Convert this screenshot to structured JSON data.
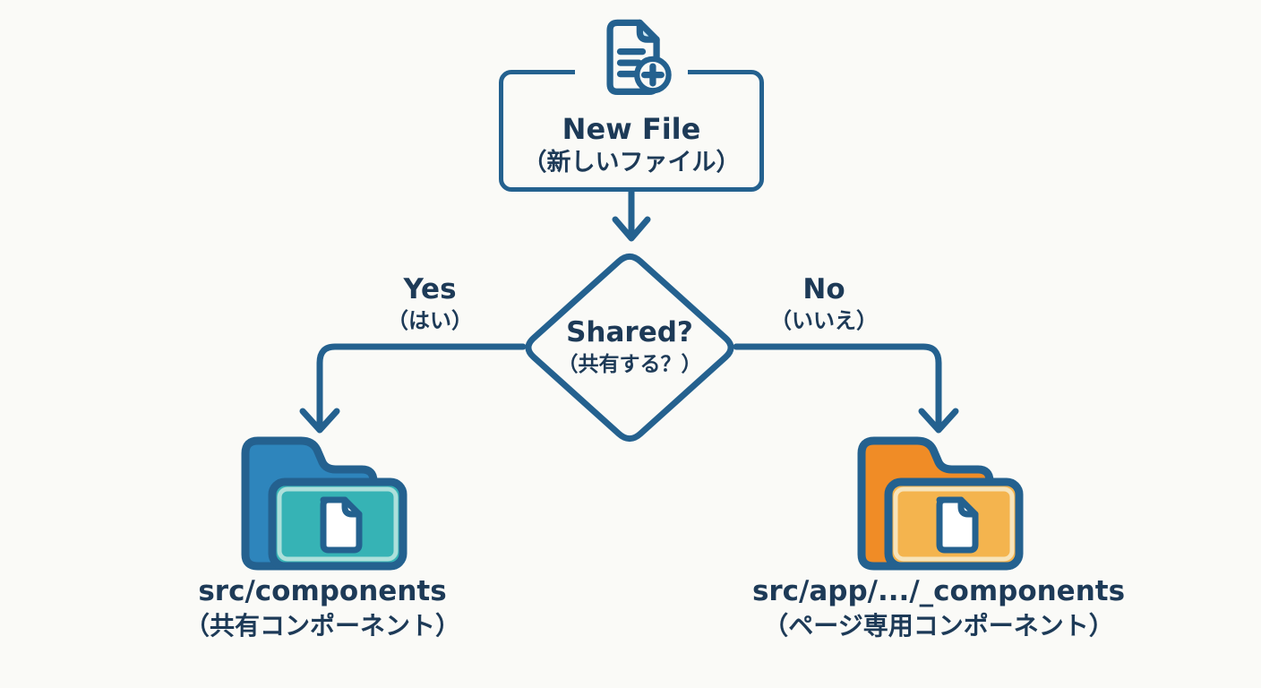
{
  "colors": {
    "background": "#fafaf7",
    "line": "#24618f",
    "text": "#1d3a57",
    "folder_shared_back": "#2e85bc",
    "folder_shared_front": "#36b3b5",
    "folder_shared_inner": "#c2e8e2",
    "folder_page_back": "#f08c26",
    "folder_page_front": "#f4b44e",
    "folder_page_inner": "#f7e9c8",
    "doc_fill": "#ffffff",
    "fold_fill": "#cfe9f5"
  },
  "icons": {
    "start": "file-plus-icon",
    "result_yes": "teal-folder-document-icon",
    "result_no": "orange-folder-document-icon"
  },
  "flowchart": {
    "start": {
      "title": "New File",
      "subtitle": "（新しいファイル）"
    },
    "decision": {
      "title": "Shared?",
      "subtitle": "（共有する？）"
    },
    "branch_yes": {
      "label": "Yes",
      "sublabel": "（はい）"
    },
    "branch_no": {
      "label": "No",
      "sublabel": "（いいえ）"
    },
    "result_yes": {
      "title": "src/components",
      "subtitle": "（共有コンポーネント）"
    },
    "result_no": {
      "title": "src/app/.../_components",
      "subtitle": "（ページ専用コンポーネント）"
    }
  }
}
